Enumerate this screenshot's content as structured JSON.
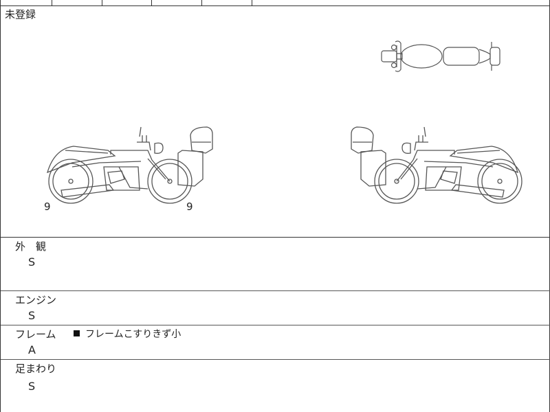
{
  "header": {
    "registration_status": "未登録"
  },
  "diagram": {
    "position_labels": [
      "9",
      "9"
    ],
    "views": [
      "left-side-view",
      "right-side-view",
      "top-view"
    ]
  },
  "sections": [
    {
      "label": "外　観",
      "grade": "S",
      "notes": []
    },
    {
      "label": "エンジン",
      "grade": "S",
      "notes": []
    },
    {
      "label": "フレーム",
      "grade": "A",
      "notes": [
        {
          "marker": "■",
          "text": "フレームこすりきず小"
        }
      ]
    },
    {
      "label": "足まわり",
      "grade": "S",
      "notes": []
    }
  ]
}
